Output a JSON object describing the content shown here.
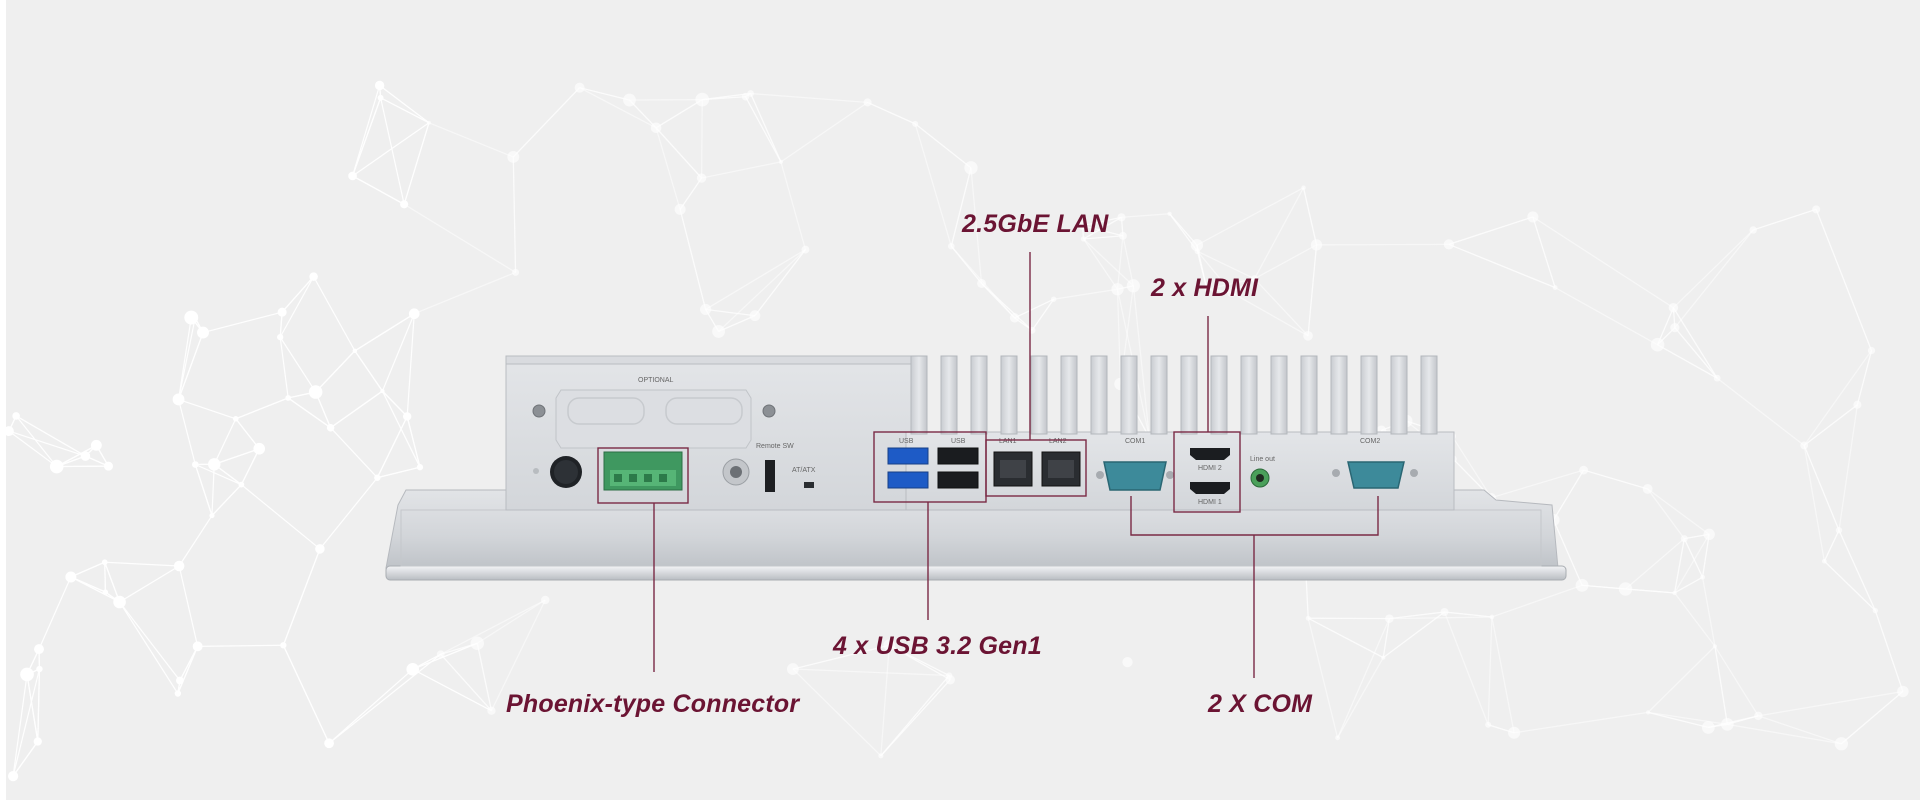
{
  "labels": {
    "lan": "2.5GbE LAN",
    "hdmi": "2 x HDMI",
    "usb": "4 x USB 3.2 Gen1",
    "phoenix": "Phoenix-type Connector",
    "com": "2 X COM"
  },
  "port_labels": {
    "optional": "OPTIONAL",
    "usb_a": "USB",
    "usb_b": "USB",
    "lan1": "LAN1",
    "lan2": "LAN2",
    "com1": "COM1",
    "com2": "COM2",
    "hdmi2": "HDMI 2",
    "hdmi1": "HDMI 1",
    "line_out": "Line out",
    "remote_sw": "Remote SW",
    "power": "AT/ATX"
  },
  "colors": {
    "background": "#efefef",
    "callout": "#6b1433",
    "leader": "#7a2a45",
    "network": "#ffffff",
    "terminal": "#4fa96a",
    "usb_blue": "#2e6fd6",
    "com_teal": "#3d8a9a"
  },
  "icons": [
    "network-mesh-background",
    "power-button-icon",
    "ground-icon"
  ]
}
